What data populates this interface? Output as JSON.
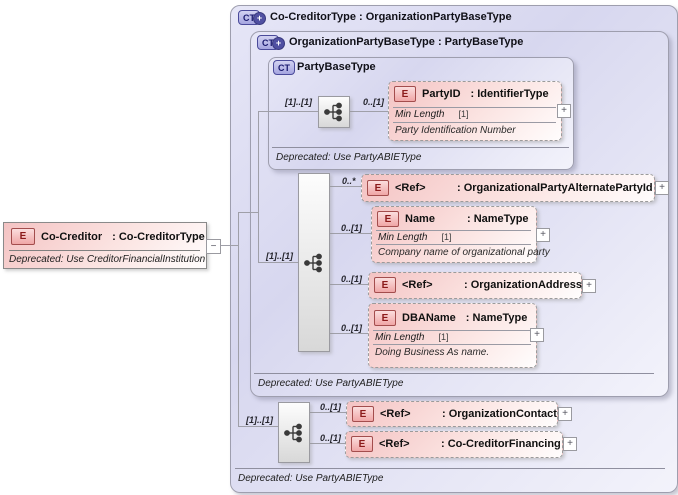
{
  "icons": {
    "element_letter": "E",
    "complex_type_letter": "CT",
    "extension_plus": "+",
    "expand_plus": "+",
    "collapse_minus": "−"
  },
  "root_element": {
    "name": "Co-Creditor",
    "type": ": Co-CreditorType",
    "deprecated": "Deprecated: Use CreditorFinancialInstitution"
  },
  "boxes": {
    "co_creditor_type": {
      "title": "Co-CreditorType : OrganizationPartyBaseType",
      "deprecated": "Deprecated: Use PartyABIEType"
    },
    "org_party_base_type": {
      "title": "OrganizationPartyBaseType : PartyBaseType",
      "deprecated": "Deprecated: Use PartyABIEType"
    },
    "party_base_type": {
      "title": "PartyBaseType",
      "deprecated": "Deprecated: Use PartyABIEType"
    }
  },
  "sequences": {
    "party_seq": {
      "cardinality": "[1]..[1]"
    },
    "org_seq": {
      "cardinality": "[1]..[1]"
    },
    "cocreditor_seq": {
      "cardinality": "[1]..[1]"
    }
  },
  "elements": {
    "party_id": {
      "cardinality": "0..[1]",
      "name": "PartyID",
      "type": ": IdentifierType",
      "facet_name": "Min Length",
      "facet_value": "[1]",
      "annotation": "Party Identification Number"
    },
    "alternate_party_id": {
      "cardinality": "0..*",
      "name": "<Ref>",
      "type": ": OrganizationalPartyAlternatePartyId"
    },
    "org_name": {
      "cardinality": "0..[1]",
      "name": "Name",
      "type": ": NameType",
      "facet_name": "Min Length",
      "facet_value": "[1]",
      "annotation": "Company name of organizational party"
    },
    "org_address": {
      "cardinality": "0..[1]",
      "name": "<Ref>",
      "type": ": OrganizationAddress"
    },
    "dba_name": {
      "cardinality": "0..[1]",
      "name": "DBAName",
      "type": ": NameType",
      "facet_name": "Min Length",
      "facet_value": "[1]",
      "annotation": "Doing Business As name."
    },
    "org_contact": {
      "cardinality": "0..[1]",
      "name": "<Ref>",
      "type": ": OrganizationContact"
    },
    "cocreditor_financing": {
      "cardinality": "0..[1]",
      "name": "<Ref>",
      "type": ": Co-CreditorFinancing"
    }
  }
}
